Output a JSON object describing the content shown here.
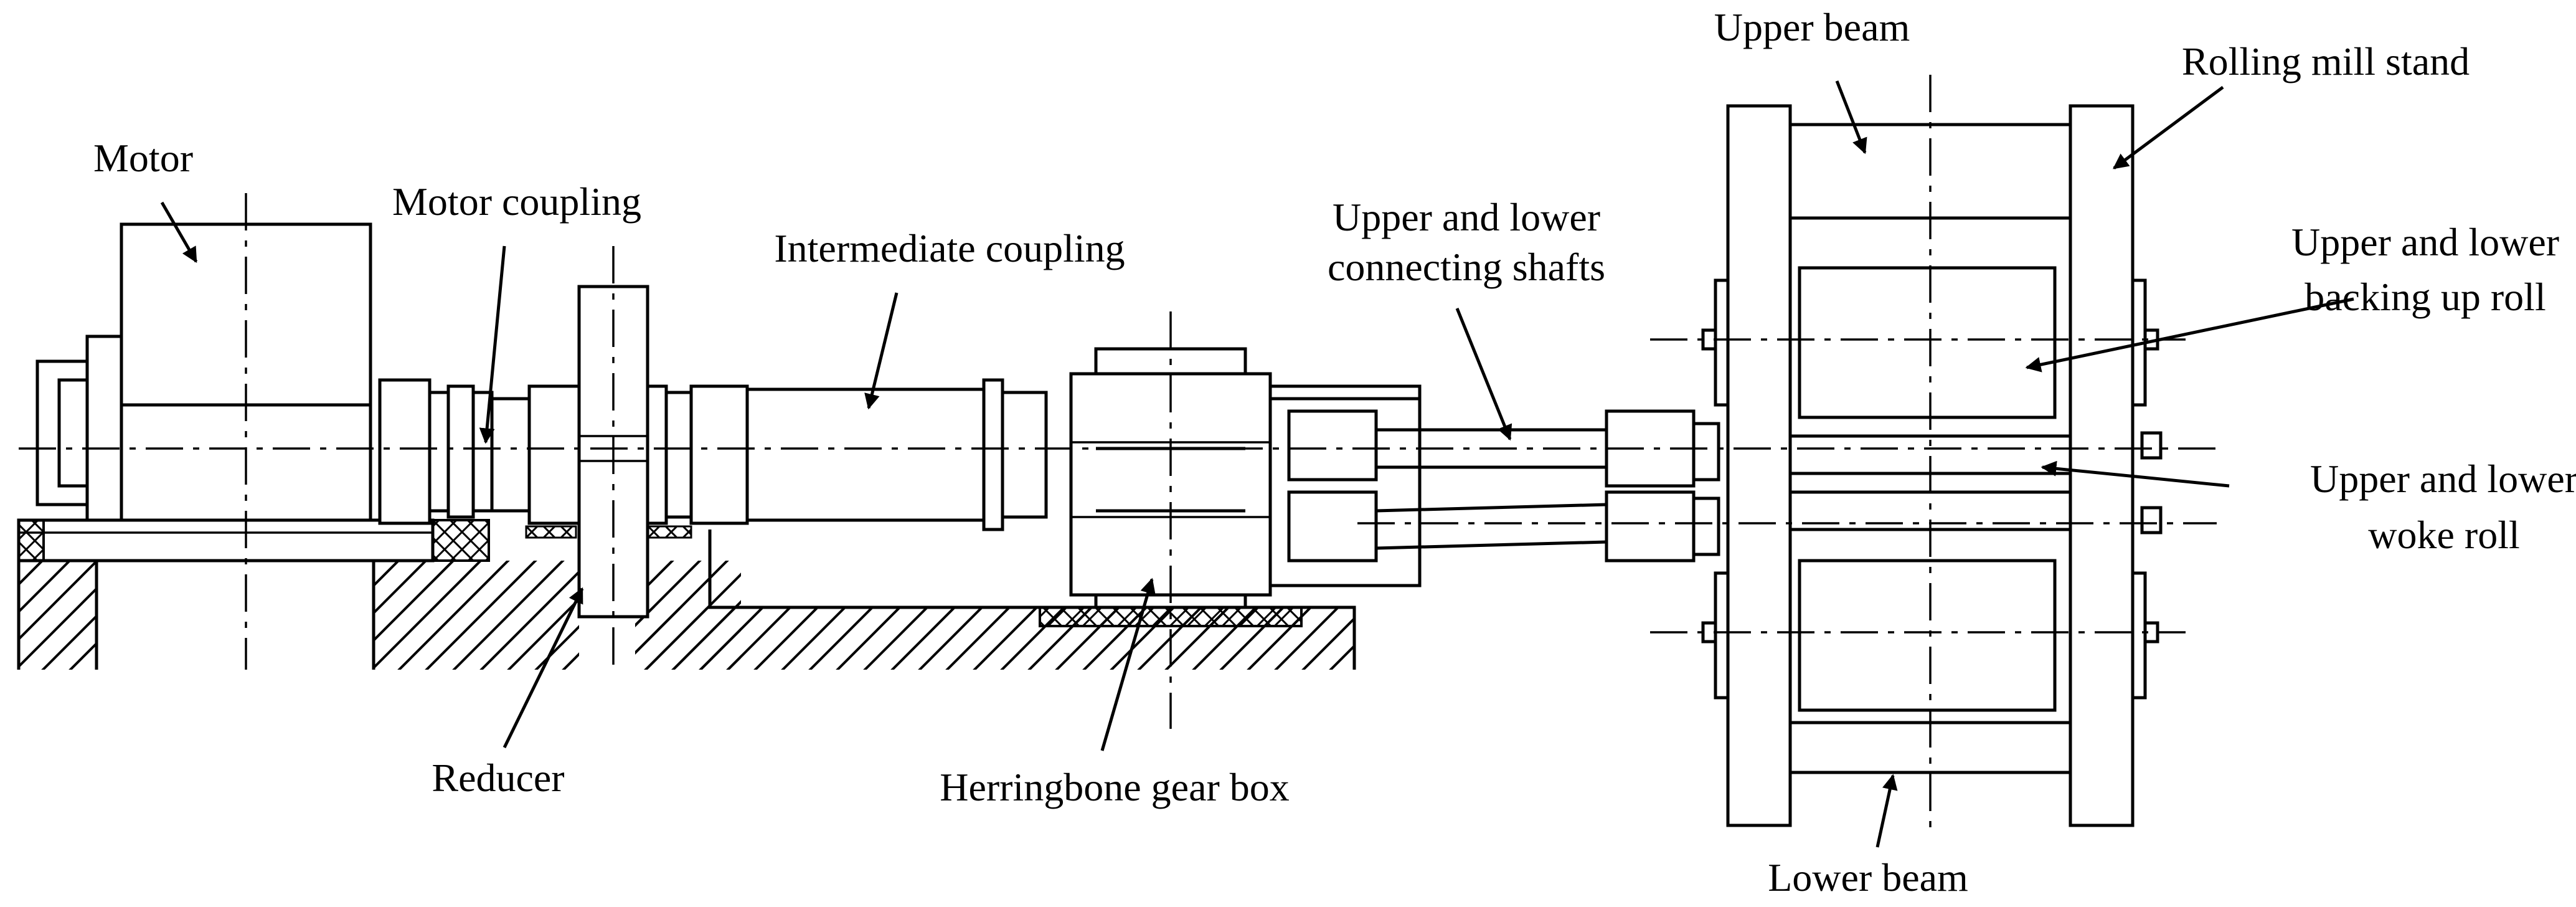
{
  "labels": {
    "motor": "Motor",
    "motor_coupling": "Motor coupling",
    "intermediate_coupling": "Intermediate coupling",
    "connecting_shafts_1": "Upper and lower",
    "connecting_shafts_2": "connecting shafts",
    "upper_beam": "Upper beam",
    "rolling_mill_stand": "Rolling mill stand",
    "backing_roll_1": "Upper and lower",
    "backing_roll_2": "backing up roll",
    "work_roll_1": "Upper and lower",
    "work_roll_2": "woke roll",
    "reducer": "Reducer",
    "herringbone_gear_box": "Herringbone gear box",
    "lower_beam": "Lower beam"
  }
}
